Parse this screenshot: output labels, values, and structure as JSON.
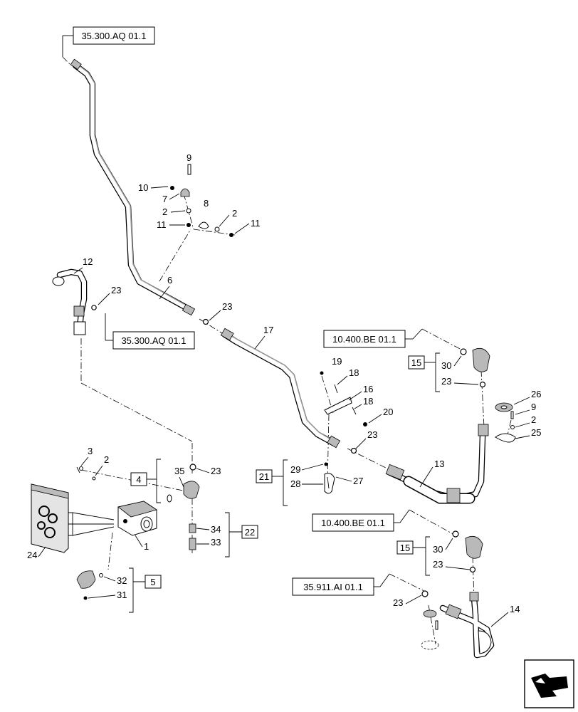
{
  "refs": {
    "r1": "35.300.AQ 01.1",
    "r2": "35.300.AQ 01.1",
    "r3": "10.400.BE 01.1",
    "r4": "10.400.BE 01.1",
    "r5": "35.911.AI 01.1"
  },
  "groups": {
    "g4": "4",
    "g5": "5",
    "g15a": "15",
    "g15b": "15",
    "g21": "21",
    "g22": "22"
  },
  "callouts": {
    "c1": "1",
    "c2a": "2",
    "c2b": "2",
    "c2c": "2",
    "c2d": "2",
    "c3": "3",
    "c6": "6",
    "c7": "7",
    "c8": "8",
    "c9a": "9",
    "c9b": "9",
    "c10": "10",
    "c11a": "11",
    "c11b": "11",
    "c12": "12",
    "c13": "13",
    "c14": "14",
    "c16": "16",
    "c17": "17",
    "c18a": "18",
    "c18b": "18",
    "c19": "19",
    "c20": "20",
    "c23a": "23",
    "c23b": "23",
    "c23c": "23",
    "c23d": "23",
    "c23e": "23",
    "c23f": "23",
    "c23g": "23",
    "c24": "24",
    "c25": "25",
    "c26": "26",
    "c27": "27",
    "c28": "28",
    "c29": "29",
    "c30a": "30",
    "c30b": "30",
    "c31": "31",
    "c32": "32",
    "c33": "33",
    "c34": "34",
    "c35": "35"
  },
  "icons": {
    "nav": "arrow-navigation-icon",
    "kit": "seal-kit-bag-icon"
  }
}
